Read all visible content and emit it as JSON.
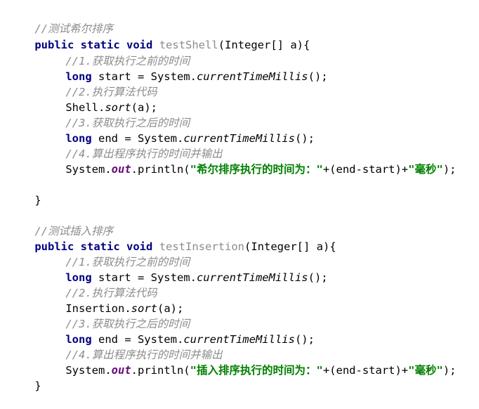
{
  "editor": {
    "shell": {
      "header_comment": "//测试希尔排序",
      "sig": {
        "public": "public",
        "static": "static",
        "void": "void",
        "name": "testShell",
        "params": "(Integer[] a){"
      },
      "c1": "//1.获取执行之前的时间",
      "start": {
        "type": "long",
        "prefix": " start = System.",
        "method": "currentTimeMillis",
        "suffix": "();"
      },
      "c2": "//2.执行算法代码",
      "sort": {
        "cls": "Shell.",
        "method": "sort",
        "args": "(a);"
      },
      "c3": "//3.获取执行之后的时间",
      "end": {
        "type": "long",
        "prefix": " end = System.",
        "method": "currentTimeMillis",
        "suffix": "();"
      },
      "c4": "//4.算出程序执行的时间并输出",
      "print": {
        "sys": "System.",
        "out": "out",
        "call": ".println(",
        "str1": "\"希尔排序执行的时间为：\"",
        "mid": "+(end-start)+",
        "str2": "\"毫秒\"",
        "close": ");"
      },
      "brace": "}"
    },
    "insertion": {
      "header_comment": "//测试插入排序",
      "sig": {
        "public": "public",
        "static": "static",
        "void": "void",
        "name": "testInsertion",
        "params": "(Integer[] a){"
      },
      "c1": "//1.获取执行之前的时间",
      "start": {
        "type": "long",
        "prefix": " start = System.",
        "method": "currentTimeMillis",
        "suffix": "();"
      },
      "c2": "//2.执行算法代码",
      "sort": {
        "cls": "Insertion.",
        "method": "sort",
        "args": "(a);"
      },
      "c3": "//3.获取执行之后的时间",
      "end": {
        "type": "long",
        "prefix": " end = System.",
        "method": "currentTimeMillis",
        "suffix": "();"
      },
      "c4": "//4.算出程序执行的时间并输出",
      "print": {
        "sys": "System.",
        "out": "out",
        "call": ".println(",
        "str1": "\"插入排序执行的时间为：\"",
        "mid": "+(end-start)+",
        "str2": "\"毫秒\"",
        "close": ");"
      },
      "brace": "}"
    }
  },
  "colors": {
    "comment": "#8c8c8c",
    "keyword": "#000080",
    "static_field": "#660e7a",
    "string": "#008000",
    "plain": "#000000",
    "background": "#ffffff"
  }
}
